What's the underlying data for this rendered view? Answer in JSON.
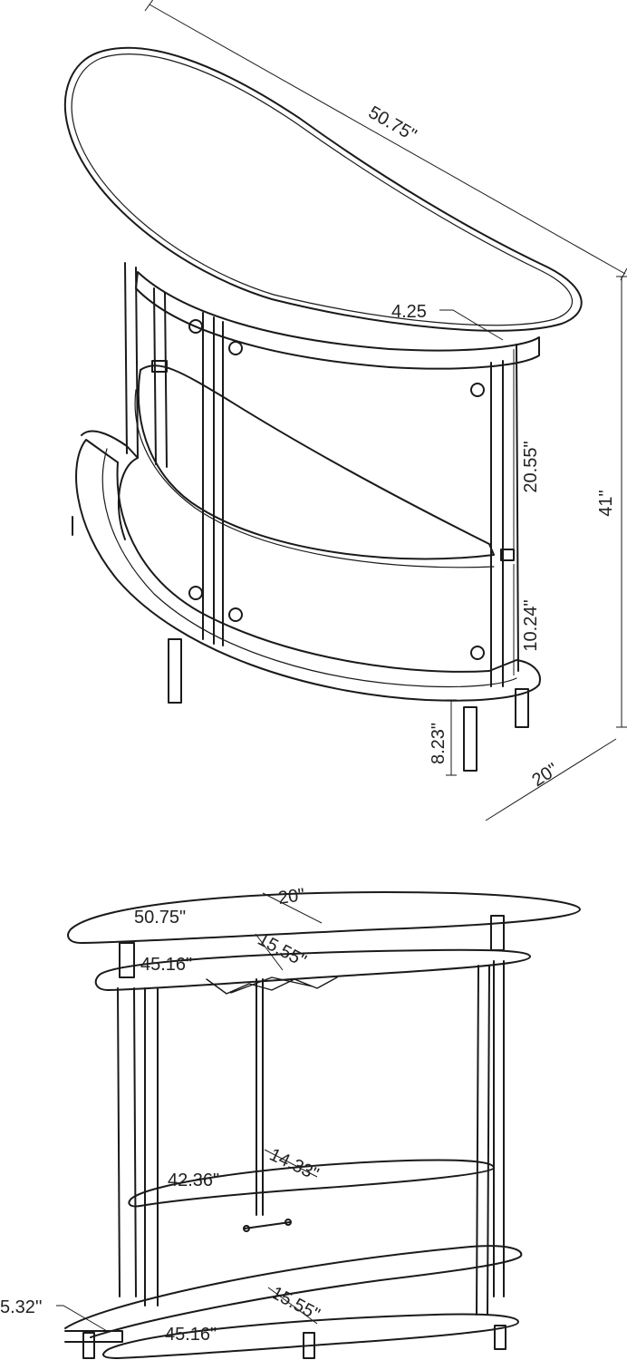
{
  "colors": {
    "line": "#1a1a1a",
    "background": "#ffffff"
  },
  "views": {
    "perspective": {
      "dims": {
        "top_length": "50.75\"",
        "top_overhang": "4.25",
        "height_total": "41\"",
        "depth": "20\"",
        "upper_gap": "20.55\"",
        "lower_gap": "10.24\"",
        "leg_height": "8.23\""
      }
    },
    "front": {
      "dims": {
        "top_length": "50.75\"",
        "top_depth": "20\"",
        "upper_shelf_length": "45.16\"",
        "upper_shelf_depth": "15.55\"",
        "middle_shelf_length": "42.36\"",
        "middle_shelf_depth": "14.33\"",
        "bottom_shelf_length": "45.16\"",
        "bottom_shelf_depth": "15.55\"",
        "footrest_offset": "5.32''"
      }
    }
  }
}
